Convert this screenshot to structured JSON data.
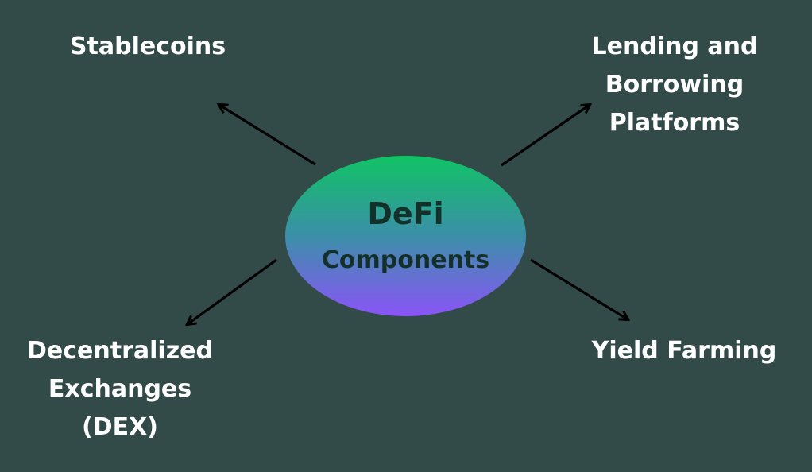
{
  "diagram": {
    "background_color": "#324b48",
    "center": {
      "line1": "DeFi",
      "line2": "Components",
      "gradient_colors": [
        "#10c365",
        "#3b8fa8",
        "#8b54f8"
      ]
    },
    "nodes": {
      "stablecoins": {
        "lines": [
          "Stablecoins"
        ]
      },
      "lending": {
        "lines": [
          "Lending and",
          "Borrowing",
          "Platforms"
        ]
      },
      "dex": {
        "lines": [
          "Decentralized",
          "Exchanges",
          "(DEX)"
        ]
      },
      "yield": {
        "lines": [
          "Yield Farming"
        ]
      }
    }
  }
}
